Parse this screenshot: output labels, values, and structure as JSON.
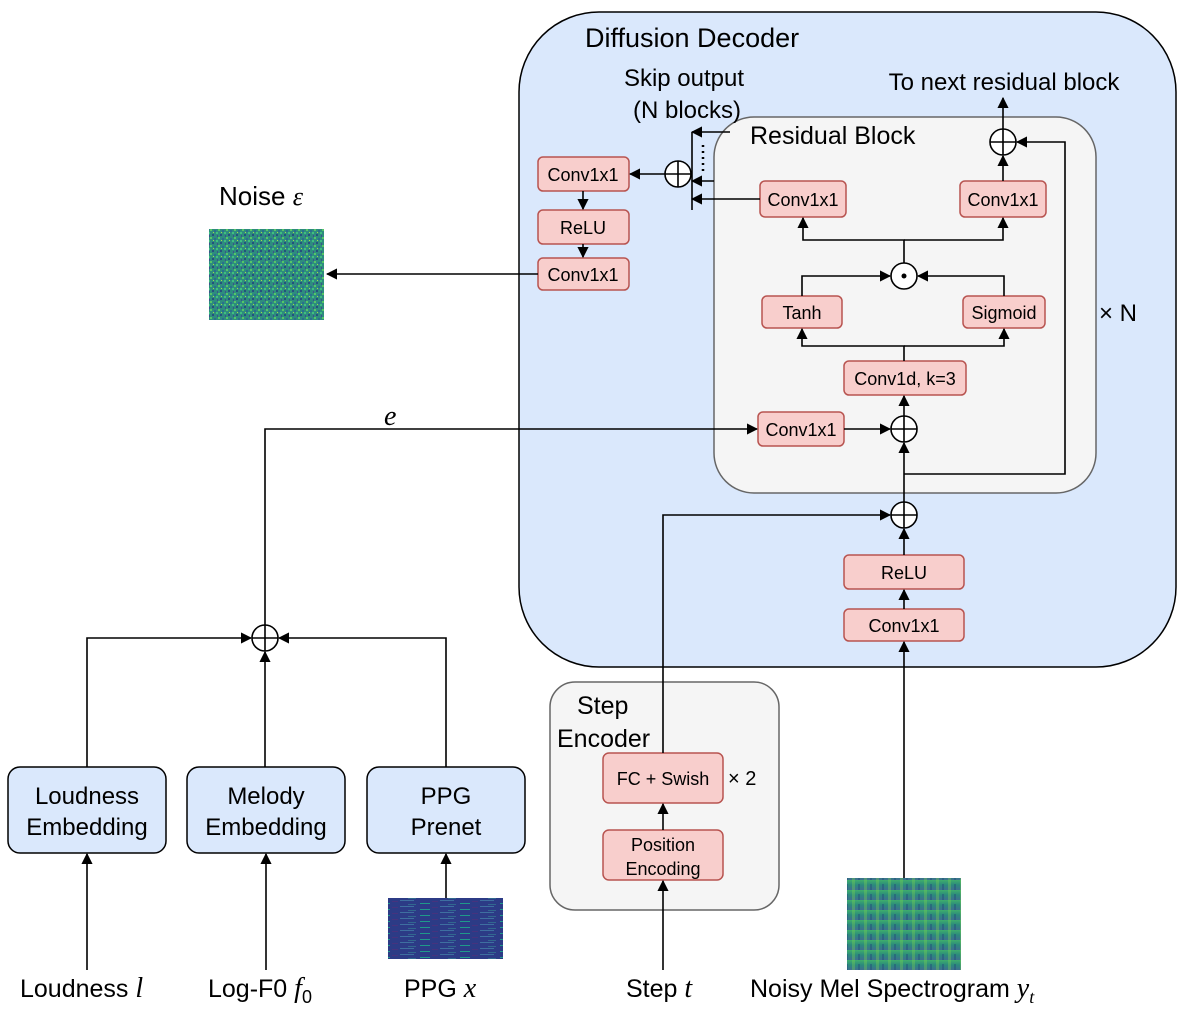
{
  "diffusion_decoder": {
    "title": "Diffusion Decoder"
  },
  "skip_output": {
    "line1": "Skip output",
    "line2": "(N blocks)"
  },
  "next_block": "To next residual block",
  "residual_block": {
    "title": "Residual Block",
    "repeat": "× N"
  },
  "noise_label": {
    "text": "Noise ",
    "symbol": "ε"
  },
  "blocks": {
    "skip_conv_a": "Conv1x1",
    "skip_relu": "ReLU",
    "skip_conv_b": "Conv1x1",
    "res_conv_skip": "Conv1x1",
    "res_conv_next": "Conv1x1",
    "tanh": "Tanh",
    "sigmoid": "Sigmoid",
    "conv1d": "Conv1d, k=3",
    "cond_conv": "Conv1x1",
    "in_relu": "ReLU",
    "in_conv": "Conv1x1",
    "fc_swish": "FC + Swish",
    "fc_repeat": "× 2",
    "pos_enc_1": "Position",
    "pos_enc_2": "Encoding"
  },
  "step_encoder": {
    "line1": "Step",
    "line2": "Encoder"
  },
  "cond_symbol": "e",
  "embeddings": {
    "loudness": [
      "Loudness",
      "Embedding"
    ],
    "melody": [
      "Melody",
      "Embedding"
    ],
    "ppg": [
      "PPG",
      "Prenet"
    ]
  },
  "inputs": {
    "loudness": {
      "text": "Loudness ",
      "symbol": "l"
    },
    "logf0": {
      "text": "Log-F0 ",
      "symbol": "f",
      "sub": "0"
    },
    "ppg": {
      "text": "PPG ",
      "symbol": "x"
    },
    "step": {
      "text": "Step ",
      "symbol": "t"
    },
    "mel": {
      "text": "Noisy Mel Spectrogram ",
      "symbol": "y",
      "sub": "t"
    }
  },
  "colors": {
    "decoder_fill": "#dae8fc",
    "block_fill": "#f8cecc",
    "block_stroke": "#b85450",
    "panel_fill": "#f5f5f5",
    "noise_image": "#2a8a7a",
    "ppg_image": "#2b3f8c",
    "mel_image": "#3a9a6a"
  }
}
